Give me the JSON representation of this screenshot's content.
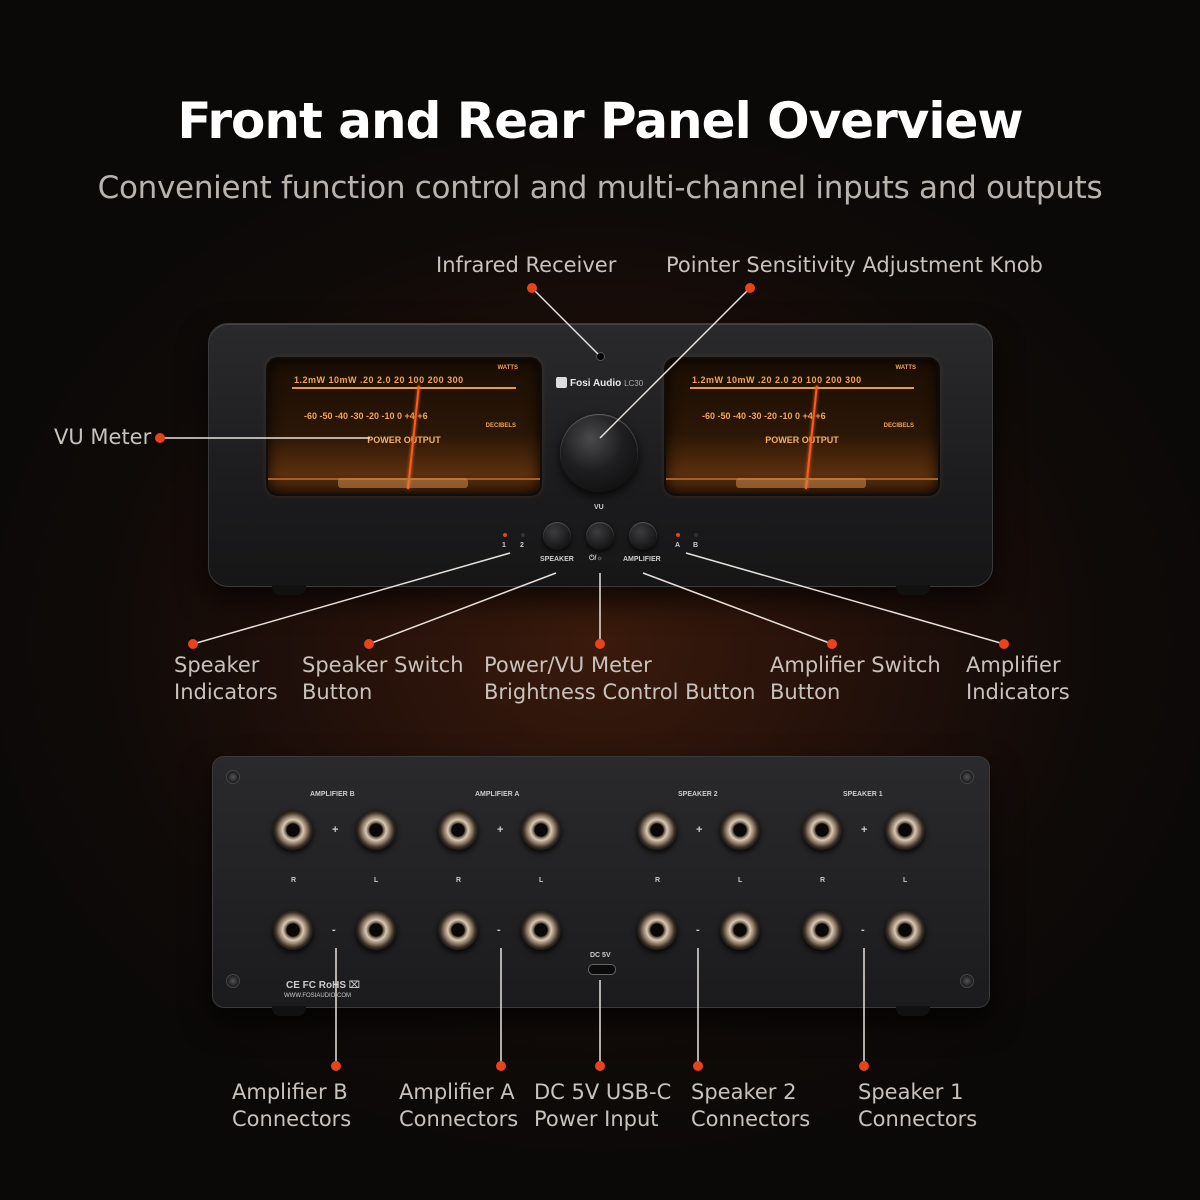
{
  "header": {
    "title": "Front and Rear Panel Overview",
    "subtitle": "Convenient function control and multi-channel inputs and outputs"
  },
  "front_labels": {
    "infrared_receiver": "Infrared Receiver",
    "sensitivity_knob": "Pointer Sensitivity Adjustment Knob",
    "vu_meter": "VU Meter",
    "speaker_indicators": [
      "Speaker",
      "Indicators"
    ],
    "speaker_switch": [
      "Speaker Switch",
      "Button"
    ],
    "power_vu": [
      "Power/VU Meter",
      "Brightness Control Button"
    ],
    "amplifier_switch": [
      "Amplifier Switch",
      "Button"
    ],
    "amplifier_indicators": [
      "Amplifier",
      "Indicators"
    ]
  },
  "rear_labels": {
    "amplifier_b": [
      "Amplifier B",
      "Connectors"
    ],
    "amplifier_a": [
      "Amplifier A",
      "Connectors"
    ],
    "dc_input": [
      "DC 5V USB-C",
      "Power Input"
    ],
    "speaker_2": [
      "Speaker 2",
      "Connectors"
    ],
    "speaker_1": [
      "Speaker 1",
      "Connectors"
    ]
  },
  "device": {
    "brand": "Fosi Audio",
    "model": "LC30",
    "vu_scale_top": "1.2mW  10mW  .20   2.0   20   100  200  300",
    "vu_watts": "WATTS",
    "vu_scale_bottom": "-60  -50  -40  -30  -20  -10   0   +4  +6",
    "vu_decibels": "DECIBELS",
    "vu_power_output": "POWER OUTPUT",
    "knob_label": "VU",
    "speaker_btn": "SPEAKER",
    "power_btn": "⏻/☼",
    "amplifier_btn": "AMPLIFIER",
    "ind_1": "1",
    "ind_2": "2",
    "ind_a": "A",
    "ind_b": "B",
    "rear_groups": [
      "AMPLIFIER  B",
      "AMPLIFIER  A",
      "SPEAKER 2",
      "SPEAKER 1"
    ],
    "plus": "+",
    "minus": "-",
    "r": "R",
    "l": "L",
    "dc": "DC 5V",
    "cert": "CE FC RoHS ⌧",
    "url": "WWW.FOSIAUDIO.COM"
  },
  "colors": {
    "accent_dot": "#e8431c",
    "label": "#c9c2bc"
  }
}
